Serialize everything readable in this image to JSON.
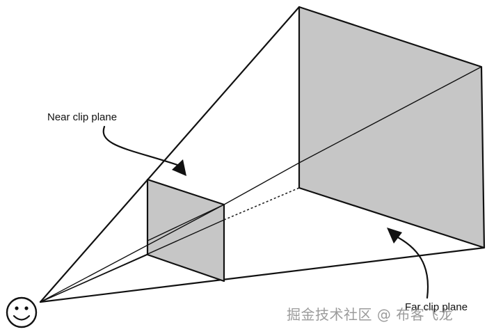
{
  "labels": {
    "near_clip_plane": "Near clip plane",
    "far_clip_plane": "Far clip plane"
  },
  "watermark": "掘金技术社区 @ 布客飞龙",
  "icons": {
    "viewer": "smiley-face-icon"
  },
  "colors": {
    "plane_fill": "#c6c6c6",
    "line": "#111111",
    "background": "#ffffff"
  }
}
